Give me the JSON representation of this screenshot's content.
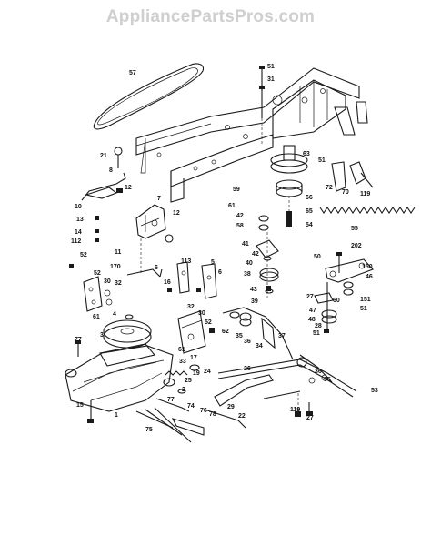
{
  "watermark": "AppliancePartsPros.com",
  "callouts": [
    {
      "id": "c57",
      "label": "57"
    },
    {
      "id": "c51a",
      "label": "51"
    },
    {
      "id": "c31",
      "label": "31"
    },
    {
      "id": "c21",
      "label": "21"
    },
    {
      "id": "c8",
      "label": "8"
    },
    {
      "id": "c63",
      "label": "63"
    },
    {
      "id": "c51b",
      "label": "51"
    },
    {
      "id": "c72",
      "label": "72"
    },
    {
      "id": "c70",
      "label": "70"
    },
    {
      "id": "c119a",
      "label": "119"
    },
    {
      "id": "c12a",
      "label": "12"
    },
    {
      "id": "c10",
      "label": "10"
    },
    {
      "id": "c7",
      "label": "7"
    },
    {
      "id": "c59",
      "label": "59"
    },
    {
      "id": "c66",
      "label": "66"
    },
    {
      "id": "c61a",
      "label": "61"
    },
    {
      "id": "c65",
      "label": "65"
    },
    {
      "id": "c13",
      "label": "13"
    },
    {
      "id": "c12b",
      "label": "12"
    },
    {
      "id": "c42a",
      "label": "42"
    },
    {
      "id": "c54",
      "label": "54"
    },
    {
      "id": "c14",
      "label": "14"
    },
    {
      "id": "c58",
      "label": "58"
    },
    {
      "id": "c55",
      "label": "55"
    },
    {
      "id": "c112",
      "label": "112"
    },
    {
      "id": "c41",
      "label": "41"
    },
    {
      "id": "c202",
      "label": "202"
    },
    {
      "id": "c11",
      "label": "11"
    },
    {
      "id": "c42b",
      "label": "42"
    },
    {
      "id": "c52a",
      "label": "52"
    },
    {
      "id": "c50",
      "label": "50"
    },
    {
      "id": "c40",
      "label": "40"
    },
    {
      "id": "c150",
      "label": "150"
    },
    {
      "id": "c113",
      "label": "113"
    },
    {
      "id": "c6a",
      "label": "6"
    },
    {
      "id": "c5",
      "label": "5"
    },
    {
      "id": "c46",
      "label": "46"
    },
    {
      "id": "c52b",
      "label": "52"
    },
    {
      "id": "c170",
      "label": "170"
    },
    {
      "id": "c16",
      "label": "16"
    },
    {
      "id": "c6b",
      "label": "6"
    },
    {
      "id": "c38",
      "label": "38"
    },
    {
      "id": "c30a",
      "label": "30"
    },
    {
      "id": "c32a",
      "label": "32"
    },
    {
      "id": "c43",
      "label": "43"
    },
    {
      "id": "c27a",
      "label": "27"
    },
    {
      "id": "c151",
      "label": "151"
    },
    {
      "id": "c60",
      "label": "60"
    },
    {
      "id": "c39",
      "label": "39"
    },
    {
      "id": "c51c",
      "label": "51"
    },
    {
      "id": "c61b",
      "label": "61"
    },
    {
      "id": "c4",
      "label": "4"
    },
    {
      "id": "c32b",
      "label": "32"
    },
    {
      "id": "c30b",
      "label": "30"
    },
    {
      "id": "c47",
      "label": "47"
    },
    {
      "id": "c48",
      "label": "48"
    },
    {
      "id": "c28",
      "label": "28"
    },
    {
      "id": "c51d",
      "label": "51"
    },
    {
      "id": "c3",
      "label": "3"
    },
    {
      "id": "c52c",
      "label": "52"
    },
    {
      "id": "c62",
      "label": "62"
    },
    {
      "id": "c35a",
      "label": "35"
    },
    {
      "id": "c36a",
      "label": "36"
    },
    {
      "id": "c34",
      "label": "34"
    },
    {
      "id": "c37",
      "label": "37"
    },
    {
      "id": "c77a",
      "label": "77"
    },
    {
      "id": "c61c",
      "label": "61"
    },
    {
      "id": "c17",
      "label": "17"
    },
    {
      "id": "c33",
      "label": "33"
    },
    {
      "id": "c19",
      "label": "19"
    },
    {
      "id": "c24",
      "label": "24"
    },
    {
      "id": "c25",
      "label": "25"
    },
    {
      "id": "c26",
      "label": "26"
    },
    {
      "id": "c36b",
      "label": "36"
    },
    {
      "id": "c35b",
      "label": "35"
    },
    {
      "id": "c53",
      "label": "53"
    },
    {
      "id": "c2",
      "label": "2"
    },
    {
      "id": "c15",
      "label": "15"
    },
    {
      "id": "c1",
      "label": "1"
    },
    {
      "id": "c77b",
      "label": "77"
    },
    {
      "id": "c74",
      "label": "74"
    },
    {
      "id": "c29",
      "label": "29"
    },
    {
      "id": "c76",
      "label": "76"
    },
    {
      "id": "c78",
      "label": "78"
    },
    {
      "id": "c119b",
      "label": "119"
    },
    {
      "id": "c27b",
      "label": "27"
    },
    {
      "id": "c22",
      "label": "22"
    },
    {
      "id": "c75",
      "label": "75"
    }
  ]
}
